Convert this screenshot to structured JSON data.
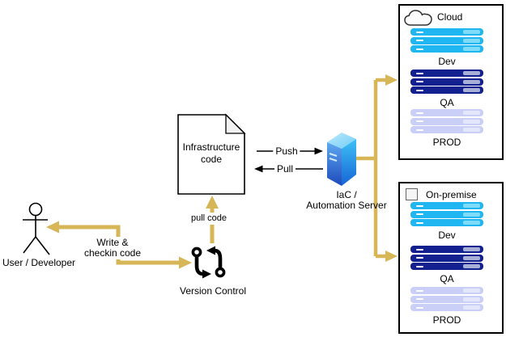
{
  "nodes": {
    "user": {
      "label": "User / Developer"
    },
    "version_control": {
      "label": "Version Control"
    },
    "infrastructure_code": {
      "label": "Infrastructure code"
    },
    "automation_server": {
      "label_line1": "IaC /",
      "label_line2": "Automation Server"
    }
  },
  "edges": {
    "write_checkin": {
      "label_line1": "Write &",
      "label_line2": "checkin code",
      "from": "user",
      "to": "version_control",
      "direction": "both"
    },
    "pull_code": {
      "label": "pull code",
      "from": "version_control",
      "to": "infrastructure_code"
    },
    "push": {
      "label": "Push",
      "from": "infrastructure_code",
      "to": "automation_server"
    },
    "pull": {
      "label": "Pull",
      "from": "automation_server",
      "to": "infrastructure_code"
    },
    "deploy_cloud": {
      "label": "",
      "from": "automation_server",
      "to": "cloud"
    },
    "deploy_onpremise": {
      "label": "",
      "from": "automation_server",
      "to": "on_premise"
    }
  },
  "groups": {
    "cloud": {
      "title": "Cloud",
      "icon": "cloud-icon",
      "envs": [
        {
          "label": "Dev"
        },
        {
          "label": "QA"
        },
        {
          "label": "PROD"
        }
      ]
    },
    "on_premise": {
      "title": "On-premise",
      "icon": "building-square-icon",
      "envs": [
        {
          "label": "Dev"
        },
        {
          "label": "QA"
        },
        {
          "label": "PROD"
        }
      ]
    }
  },
  "colors": {
    "connector_gold": "#D6B656",
    "dev_cyan": "#1FB6F1",
    "qa_navy": "#13208F",
    "prod_lavender": "#CACFF7",
    "server_front_top": "#5FA9F2",
    "server_front_bottom": "#1C49BC",
    "server_side_top": "#3FC1F6",
    "server_side_bottom": "#1564D6",
    "server_top_face": "#9ADBF9"
  }
}
